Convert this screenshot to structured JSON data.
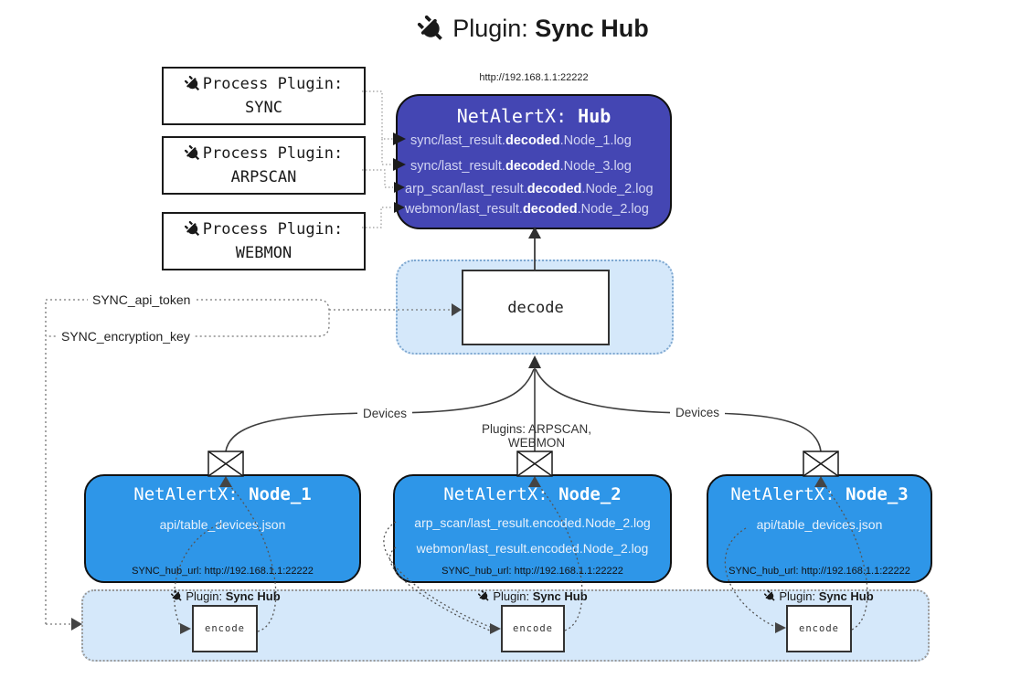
{
  "title": {
    "prefix": "Plugin: ",
    "bold": "Sync Hub"
  },
  "process_plugins": [
    {
      "line1": "Process Plugin:",
      "line2": "SYNC"
    },
    {
      "line1": "Process Plugin:",
      "line2": "ARPSCAN"
    },
    {
      "line1": "Process Plugin:",
      "line2": "WEBMON"
    }
  ],
  "hub": {
    "url": "http://192.168.1.1:22222",
    "title_prefix": "NetAlertX: ",
    "title_bold": "Hub",
    "logs": [
      {
        "pre": "sync/last_result.",
        "bold": "decoded",
        "post": ".Node_1.log"
      },
      {
        "pre": "sync/last_result.",
        "bold": "decoded",
        "post": ".Node_3.log"
      },
      {
        "pre": "arp_scan/last_result.",
        "bold": "decoded",
        "post": ".Node_2.log"
      },
      {
        "pre": "webmon/last_result.",
        "bold": "decoded",
        "post": ".Node_2.log"
      }
    ]
  },
  "decode_label": "decode",
  "config_labels": {
    "api_token": "SYNC_api_token",
    "encryption_key": "SYNC_encryption_key"
  },
  "edge_labels": {
    "left": "Devices",
    "center": "Plugins: ARPSCAN, WEBMON",
    "right": "Devices"
  },
  "nodes": [
    {
      "title_prefix": "NetAlertX: ",
      "title_bold": "Node_1",
      "files": [
        "api/table_devices.json"
      ],
      "hub_url": "SYNC_hub_url: http://192.168.1.1:22222"
    },
    {
      "title_prefix": "NetAlertX: ",
      "title_bold": "Node_2",
      "files": [
        "arp_scan/last_result.encoded.Node_2.log",
        "webmon/last_result.encoded.Node_2.log"
      ],
      "hub_url": "SYNC_hub_url: http://192.168.1.1:22222"
    },
    {
      "title_prefix": "NetAlertX: ",
      "title_bold": "Node_3",
      "files": [
        "api/table_devices.json"
      ],
      "hub_url": "SYNC_hub_url: http://192.168.1.1:22222"
    }
  ],
  "encoder": {
    "label_prefix": "Plugin: ",
    "label_bold": "Sync Hub",
    "box_label": "encode"
  },
  "colors": {
    "hub_fill": "#4446b3",
    "node_fill": "#2e96e8",
    "panel_fill": "#d5e8fa"
  }
}
